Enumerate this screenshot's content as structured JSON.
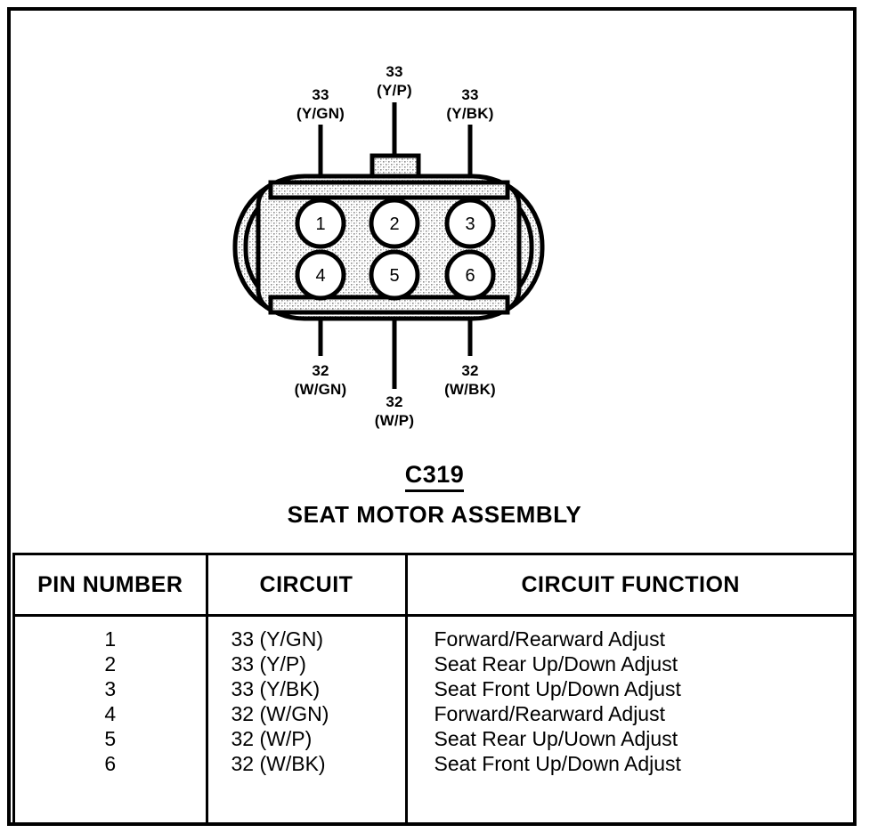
{
  "diagram": {
    "connector_id": "C319",
    "assembly_name": "SEAT MOTOR ASSEMBLY",
    "pins": [
      {
        "number": "1",
        "gauge": "33",
        "color": "(Y/GN)",
        "position": "top-left"
      },
      {
        "number": "2",
        "gauge": "33",
        "color": "(Y/P)",
        "position": "top-center"
      },
      {
        "number": "3",
        "gauge": "33",
        "color": "(Y/BK)",
        "position": "top-right"
      },
      {
        "number": "4",
        "gauge": "32",
        "color": "(W/GN)",
        "position": "bottom-left"
      },
      {
        "number": "5",
        "gauge": "32",
        "color": "(W/P)",
        "position": "bottom-center"
      },
      {
        "number": "6",
        "gauge": "32",
        "color": "(W/BK)",
        "position": "bottom-right"
      }
    ]
  },
  "table": {
    "headers": {
      "pin": "PIN NUMBER",
      "circuit": "CIRCUIT",
      "function": "CIRCUIT FUNCTION"
    },
    "rows": [
      {
        "pin": "1",
        "circuit": "33 (Y/GN)",
        "function": "Forward/Rearward Adjust"
      },
      {
        "pin": "2",
        "circuit": "33 (Y/P)",
        "function": "Seat Rear Up/Down Adjust"
      },
      {
        "pin": "3",
        "circuit": "33 (Y/BK)",
        "function": "Seat Front Up/Down Adjust"
      },
      {
        "pin": "4",
        "circuit": "32 (W/GN)",
        "function": "Forward/Rearward Adjust"
      },
      {
        "pin": "5",
        "circuit": "32 (W/P)",
        "function": "Seat Rear Up/Uown Adjust"
      },
      {
        "pin": "6",
        "circuit": "32 (W/BK)",
        "function": "Seat Front Up/Down Adjust"
      }
    ]
  },
  "style": {
    "line_color": "#000000",
    "fill_color": "#ffffff",
    "stipple_color": "#9a9a9a"
  }
}
